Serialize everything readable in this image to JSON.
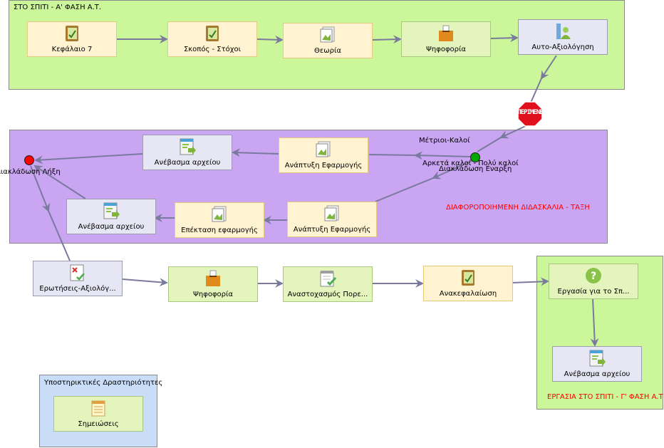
{
  "groups": {
    "home_a": {
      "title": "ΣΤΟ ΣΠΙΤΙ - Α' ΦΑΣΗ Α.Τ."
    },
    "diff": {
      "title": "ΔΙΑΦΟΡΟΠΟΙΗΜΕΝΗ ΔΙΔΑΣΚΑΛΙΑ - ΤΑΞΗ",
      "title_color": "#ff0000"
    },
    "home_c": {
      "title": "ΕΡΓΑΣΙΑ ΣΤΟ ΣΠΙΤΙ - Γ' ΦΑΣΗ Α.Τ",
      "title_color": "#ff0000"
    },
    "support": {
      "title": "Υποστηρικτικές Δραστηριότητες"
    }
  },
  "activities": {
    "kefalaio": {
      "label": "Κεφάλαιο 7",
      "icon": "notebook-icon"
    },
    "skopos": {
      "label": "Σκοπός - Στόχοι",
      "icon": "notebook-icon"
    },
    "theoria": {
      "label": "Θεωρία",
      "icon": "image-document-icon"
    },
    "psifoforia1": {
      "label": "Ψηφοφορία",
      "icon": "ballot-box-icon"
    },
    "auto": {
      "label": "Αυτο-Αξιολόγηση",
      "icon": "self-assessment-icon"
    },
    "anevasma1": {
      "label": "Ανέβασμα αρχείου",
      "icon": "file-upload-icon"
    },
    "anaptixi1": {
      "label": "Ανάπτυξη Εφαρμογής",
      "icon": "image-document-icon"
    },
    "anevasma2": {
      "label": "Ανέβασμα αρχείου",
      "icon": "file-upload-icon"
    },
    "epektasi": {
      "label": "Επέκταση εφαρμογής",
      "icon": "image-document-icon"
    },
    "anaptixi2": {
      "label": "Ανάπτυξη Εφαρμογής",
      "icon": "image-document-icon"
    },
    "erotiseis": {
      "label": "Ερωτήσεις-Αξιολόγ...",
      "icon": "quiz-icon"
    },
    "psifoforia2": {
      "label": "Ψηφοφορία",
      "icon": "ballot-box-icon"
    },
    "anastoxasmos": {
      "label": "Αναστοχασμός Πορε...",
      "icon": "checklist-icon"
    },
    "anakefalaiosi": {
      "label": "Ανακεφαλαίωση",
      "icon": "notebook-icon"
    },
    "ergasia": {
      "label": "Εργασία για το Σπ...",
      "icon": "question-icon"
    },
    "anevasma3": {
      "label": "Ανέβασμα αρχείου",
      "icon": "file-upload-icon"
    },
    "simeioseis": {
      "label": "Σημειώσεις",
      "icon": "notepad-icon"
    }
  },
  "gates": {
    "stop": {
      "label": "ΠΕΡΙΜΕΝΕ",
      "icon": "stop-sign-icon"
    },
    "branch_start": {
      "label": "Διακλάδωση Εναρξη"
    },
    "branch_end": {
      "label": "Διακλάδωση Λήξη"
    }
  },
  "branch_labels": {
    "upper": "Μέτριοι-Καλοί",
    "lower": "Αρκετά καλοί - Πολύ καλοί"
  },
  "colors": {
    "arrow": "#7a7a9e",
    "group_green": "#ccf69a",
    "group_purple": "#c9a5f2",
    "group_blue": "#c9dcf8",
    "red_text": "#ff0000",
    "stop_red": "#e0101c",
    "dot_red": "#ff0000",
    "dot_green": "#00a800"
  }
}
